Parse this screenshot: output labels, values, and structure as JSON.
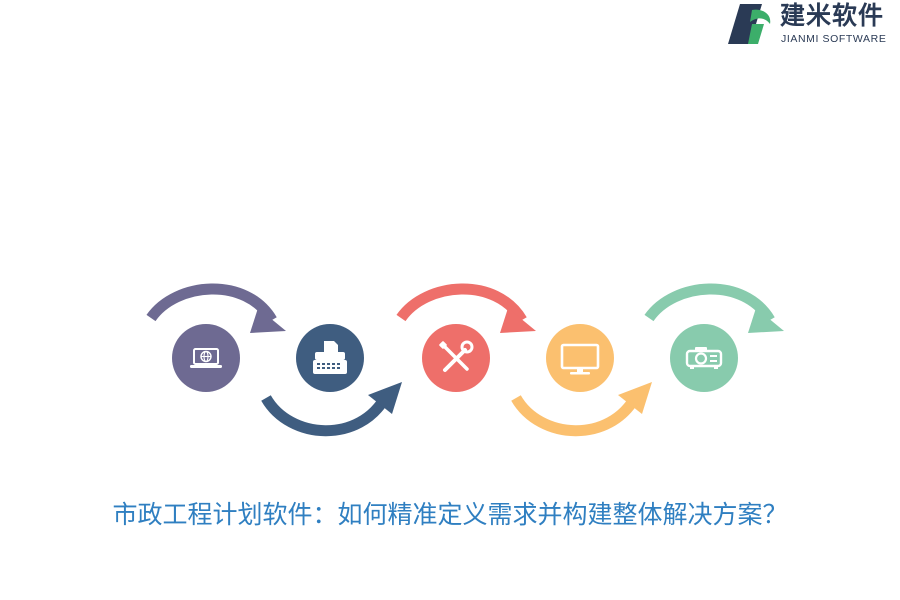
{
  "logo": {
    "name_cn": "建米软件",
    "name_en": "JIANMI SOFTWARE",
    "colors": {
      "dark": "#2a3a55",
      "green": "#3cae6a"
    }
  },
  "steps": [
    {
      "icon": "laptop-globe-icon",
      "color": "#6e6a92"
    },
    {
      "icon": "printer-icon",
      "color": "#3f5d80"
    },
    {
      "icon": "wrench-screwdriver-icon",
      "color": "#ee6f6a"
    },
    {
      "icon": "monitor-icon",
      "color": "#fbc06f"
    },
    {
      "icon": "projector-icon",
      "color": "#88cbad"
    }
  ],
  "caption": "市政工程计划软件：如何精准定义需求并构建整体解决方案？"
}
